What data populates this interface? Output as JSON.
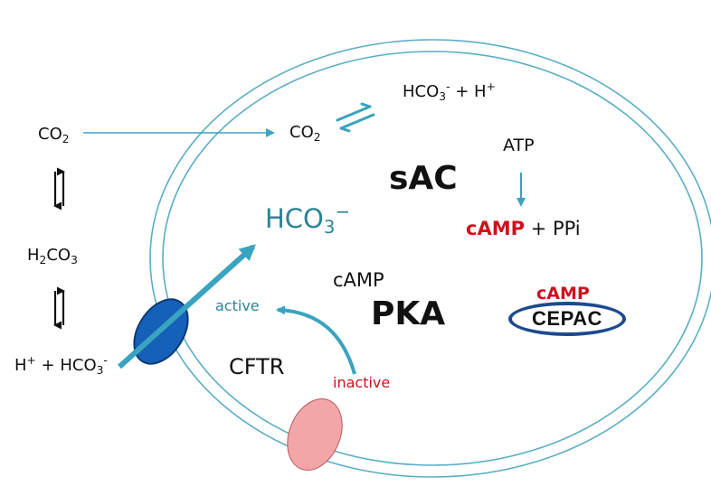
{
  "outside": {
    "co2": {
      "main": "CO",
      "sub": "2"
    },
    "h2co3": {
      "a": "H",
      "a_sub": "2",
      "b": "CO",
      "b_sub": "3"
    },
    "h_hco3": {
      "h": "H",
      "h_sup": "+",
      "plus": " + ",
      "hco3": "HCO",
      "hco3_sub": "3",
      "hco3_sup": "-"
    }
  },
  "cell": {
    "co2": {
      "main": "CO",
      "sub": "2"
    },
    "hco3_h": {
      "hco3": "HCO",
      "sub": "3",
      "sup": "-",
      "plus": " + H",
      "h_sup": "+"
    },
    "hco3_big": {
      "main": "HCO",
      "sub": "3",
      "sup": "−"
    },
    "atp": "ATP",
    "sac": "sAC",
    "camp_product": {
      "camp": "cAMP",
      "rest": " + PPi"
    },
    "camp_pka": "cAMP",
    "pka": "PKA",
    "active": "active",
    "inactive": "inactive",
    "cftr": "CFTR",
    "cepac": {
      "camp": "cAMP",
      "label": "CEPAC"
    }
  },
  "colors": {
    "membrane": "#5aaec4",
    "arrow_teal": "#3aa3bf",
    "channel_blue": "#1560b8",
    "cftr_pink": "#f3a6a8",
    "text_red": "#d0111c",
    "text_teal": "#2b8496",
    "cepac_border": "#1d4a8f"
  }
}
